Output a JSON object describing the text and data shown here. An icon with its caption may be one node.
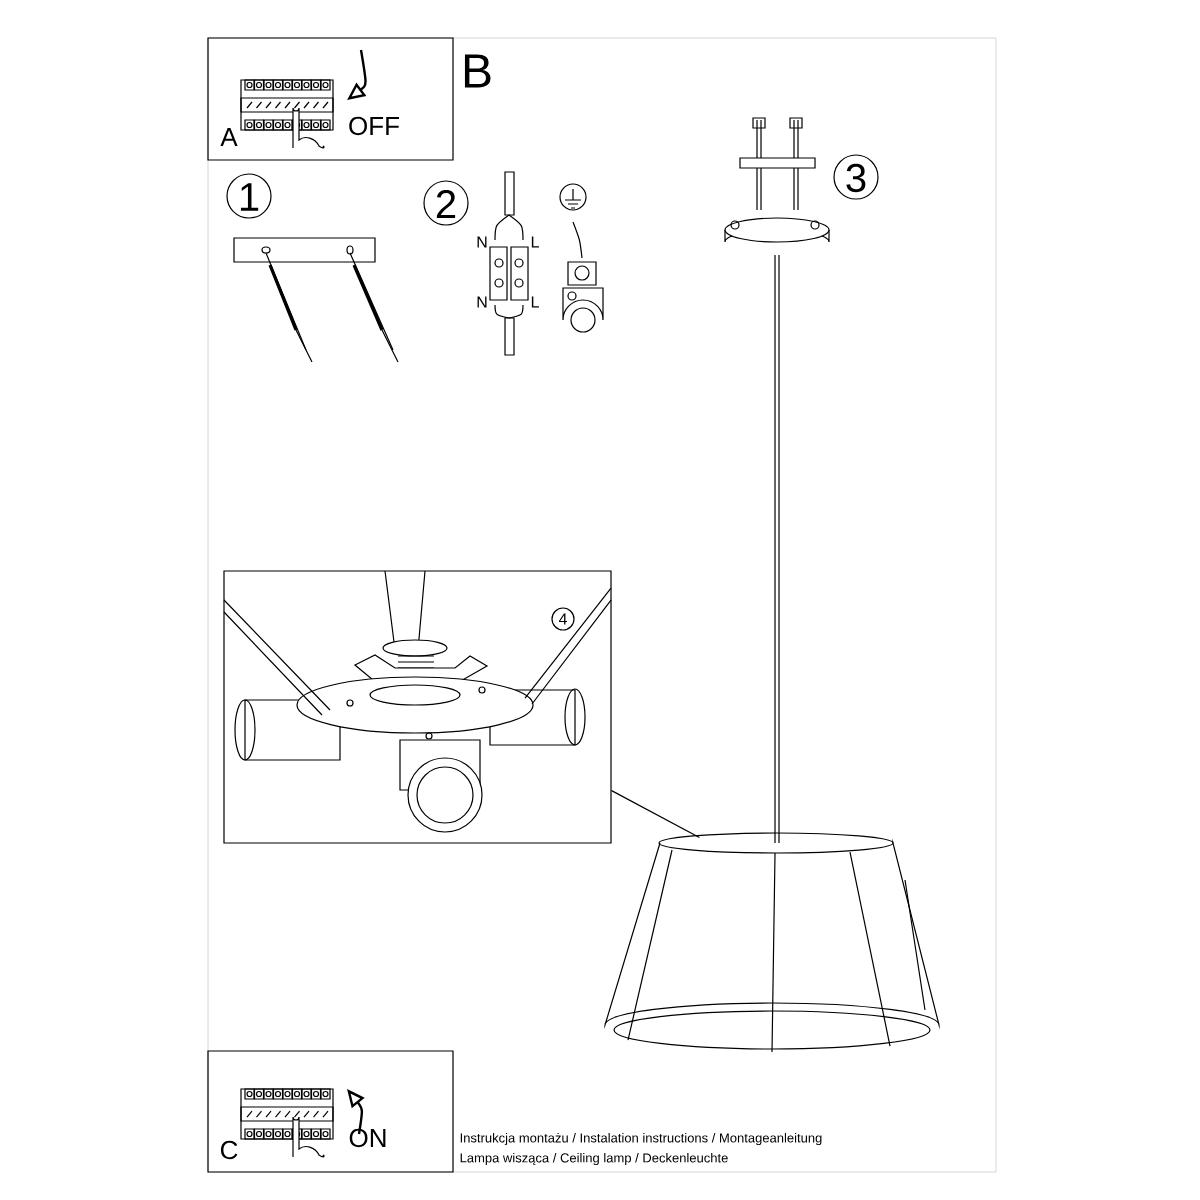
{
  "diagram": {
    "nodes": [
      {
        "text": [
          "A",
          "OFF"
        ]
      },
      {
        "text": [
          "C",
          "ON"
        ]
      },
      {
        "text": [
          "4"
        ]
      },
      {
        "text": [],
        "shape": "picture"
      }
    ],
    "edges": [
      {
        "from": 2,
        "to": 3,
        "arrow": "none"
      }
    ],
    "labels": [
      "B",
      "1",
      "2",
      "N",
      "L",
      "N",
      "L",
      "3",
      "Instrukcja montażu / Instalation instructions / Montageanleitung",
      "Lampa wisząca / Ceiling lamp / Deckenleuchte"
    ]
  }
}
